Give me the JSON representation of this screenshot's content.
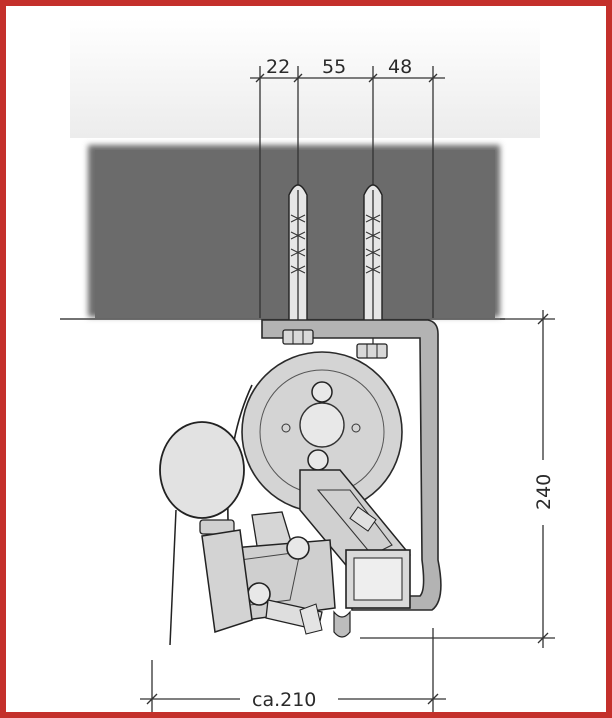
{
  "dimensions": {
    "top_spacing": [
      "22",
      "55",
      "48"
    ],
    "height": "240",
    "width": "ca.210"
  },
  "colors": {
    "border": "#c4302b",
    "wall": "#6d6d6d",
    "bracket": "#b3b3b3",
    "part": "#cfcfcf",
    "line": "#333333"
  }
}
